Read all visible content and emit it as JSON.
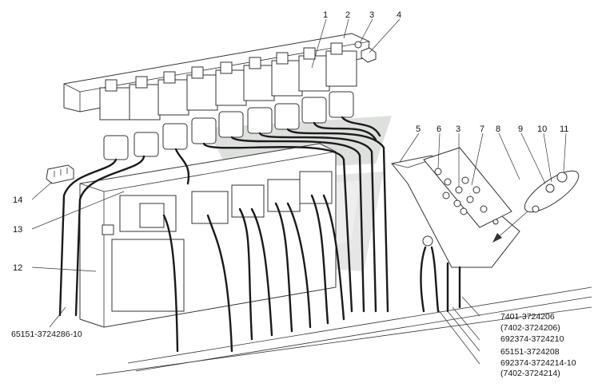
{
  "callouts": {
    "c1": "1",
    "c2": "2",
    "c3": "3",
    "c4": "4",
    "c5": "5",
    "c6": "6",
    "c3b": "3",
    "c7": "7",
    "c8": "8",
    "c9": "9",
    "c10": "10",
    "c11": "11",
    "c12": "12",
    "c13": "13",
    "c14": "14"
  },
  "part_numbers": {
    "left": "65151-3724286-10",
    "right": [
      "7401-3724206",
      "(7402-3724206)",
      "692374-3724210",
      "65151-3724208",
      "692374-3724214-10",
      "(7402-3724214)"
    ]
  },
  "colors": {
    "line": "#333333",
    "wire": "#1a1a1a",
    "watermark": "#c9ccc9"
  }
}
